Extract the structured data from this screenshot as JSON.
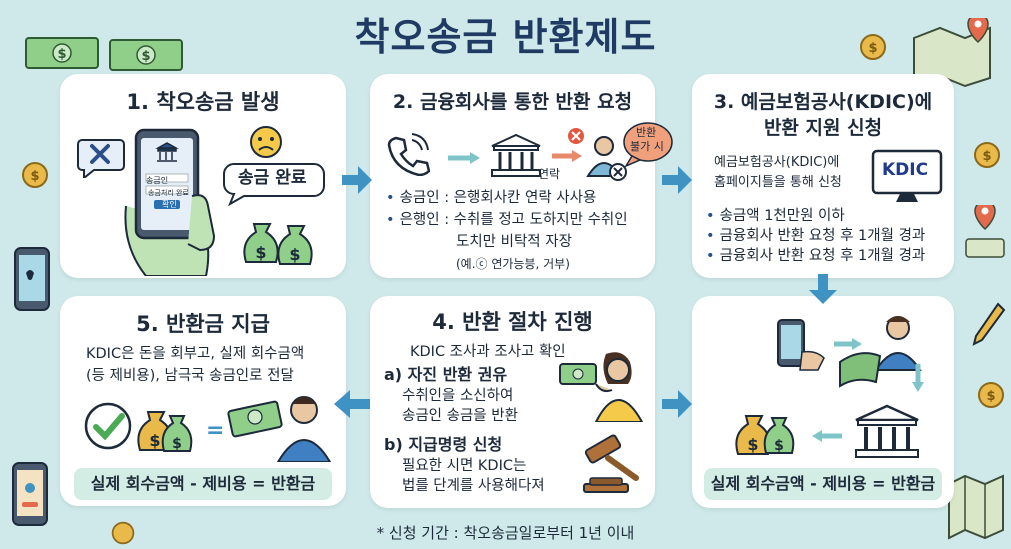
{
  "title": "착오송금 반환제도",
  "step1": {
    "title": "1. 착오송금 발생",
    "bubble": "송금 완료",
    "phone_line1": "송금인",
    "phone_line2": "송금처리 완료",
    "phone_btn": "확인"
  },
  "step2": {
    "title": "2. 금융회사를 통한 반환 요청",
    "contact_label": "연락",
    "badge": [
      "반환",
      "불가 시"
    ],
    "bullets": [
      "송금인 : 은행회사칸 연락 사사용",
      "은행인 : 수취를 정고 도하지만 수취인"
    ],
    "cont": "도치만 비탁적 자장",
    "note": "(예.ⓒ 연가능븡, 거부)"
  },
  "step3": {
    "title_lines": [
      "3. 예금보험공사(KDIC)에",
      "반환 지원 신청"
    ],
    "desc_lines": [
      "예금보험공사(KDIC)에",
      "홈페이지틀을 통해 신청"
    ],
    "logo": "KDIC",
    "bullets": [
      "송금액 1천만원 이하",
      "금융회사 반환 요청 후 1개월 경과",
      "금융회사 반환 요청 후 1개월 경과"
    ]
  },
  "step4": {
    "title": "4. 반환 절차 진행",
    "intro": "KDIC 조사과 조사고 확인",
    "a_title": "a) 자진 반환 권유",
    "a_lines": [
      "수취인을 소신하여",
      "송금인 송금을 반환"
    ],
    "b_title": "b) 지급명령 신청",
    "b_lines": [
      "필요한 시면 KDIC는",
      "법를 단계를 사용해다져"
    ]
  },
  "step5": {
    "title": "5. 반환금 지급",
    "desc_lines": [
      "KDIC은 돈을 회부고, 실제 회수금액",
      "(등 제비용), 남극국 송금인로 전달"
    ],
    "equals": "=",
    "formula": "실제 회수금액 - 제비용 = 반환금"
  },
  "step6": {
    "formula": "실제 회수금액 - 제비용 = 반환금"
  },
  "footer": "* 신청 기간 : 착오송금일로부터 1년 이내",
  "colors": {
    "background": "#cfe9ea",
    "title": "#1f3b63",
    "arrow": "#3f93c2",
    "card": "#ffffff",
    "formula_bg": "#d4ede4",
    "money": "#7fbf7a",
    "coin": "#e9b949"
  }
}
